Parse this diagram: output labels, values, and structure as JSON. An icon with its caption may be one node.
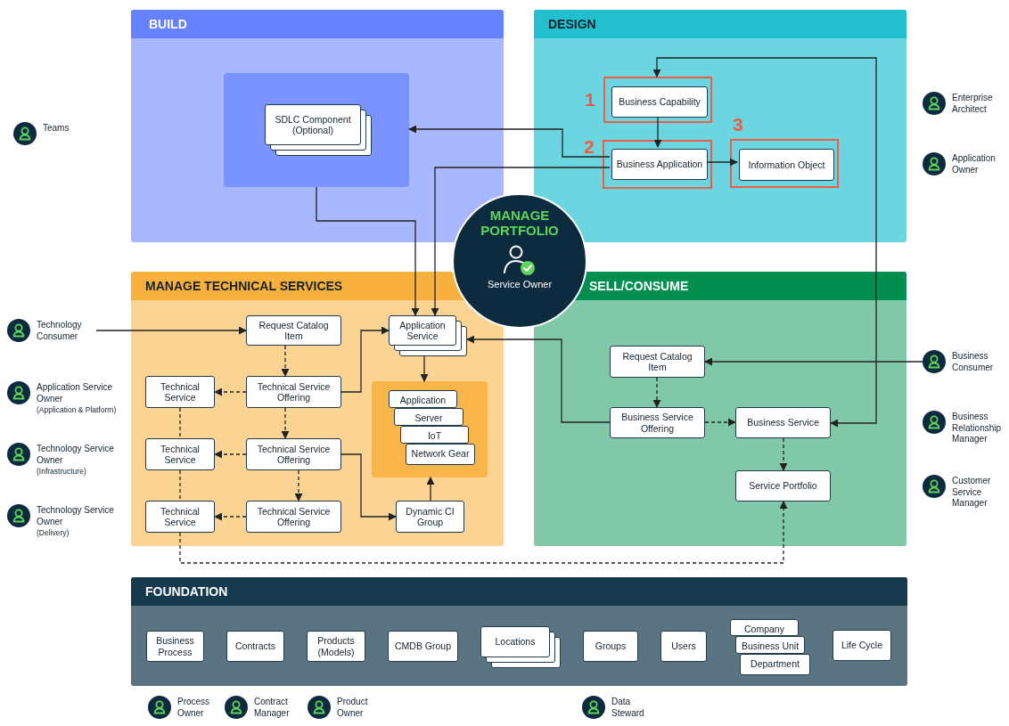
{
  "diagram": {
    "nodes": [
      {
        "text": [
          "BUILD"
        ]
      },
      {
        "text": [],
        "shape": "box",
        "in": 0
      },
      {
        "text": [
          "SDLC Component (Optional)"
        ],
        "in": 1
      },
      {
        "text": [
          "DESIGN"
        ]
      },
      {
        "text": [],
        "shape": "box",
        "in": 3,
        "beside": [
          "1"
        ]
      },
      {
        "text": [
          "Business Capability"
        ],
        "in": 4
      },
      {
        "text": [],
        "shape": "box",
        "in": 3,
        "beside": [
          "2"
        ]
      },
      {
        "text": [
          "Business Application"
        ],
        "in": 6
      },
      {
        "text": [],
        "shape": "box",
        "in": 3,
        "beside": [
          "3"
        ]
      },
      {
        "text": [
          "Information Object"
        ],
        "in": 8
      },
      {
        "text": [
          "MANAGE PORTFOLIO",
          "Service Owner"
        ]
      },
      {
        "text": [
          "MANAGE TECHNICAL SERVICES"
        ]
      },
      {
        "text": [
          "Request Catalog Item"
        ],
        "in": 11
      },
      {
        "text": [
          "Technical Service"
        ],
        "in": 11
      },
      {
        "text": [
          "Technical Service Offering"
        ],
        "in": 11
      },
      {
        "text": [
          "Technical Service"
        ],
        "in": 11
      },
      {
        "text": [
          "Technical Service Offering"
        ],
        "in": 11
      },
      {
        "text": [
          "Technical Service"
        ],
        "in": 11
      },
      {
        "text": [
          "Technical Service Offering"
        ],
        "in": 11
      },
      {
        "text": [
          "Application Service"
        ],
        "in": 11
      },
      {
        "text": [],
        "shape": "box",
        "in": 11
      },
      {
        "text": [
          "Application"
        ],
        "in": 20
      },
      {
        "text": [
          "Server"
        ],
        "in": 20
      },
      {
        "text": [
          "IoT"
        ],
        "in": 20
      },
      {
        "text": [
          "Network Gear"
        ],
        "in": 20
      },
      {
        "text": [
          "Dynamic CI Group"
        ],
        "in": 11
      },
      {
        "text": [
          "SELL/CONSUME"
        ]
      },
      {
        "text": [
          "Request Catalog Item"
        ],
        "in": 26
      },
      {
        "text": [
          "Business Service Offering"
        ],
        "in": 26
      },
      {
        "text": [
          "Business Service"
        ],
        "in": 26
      },
      {
        "text": [
          "Service Portfolio"
        ],
        "in": 26
      },
      {
        "text": [
          "FOUNDATION"
        ]
      },
      {
        "text": [
          "Business Process"
        ],
        "in": 31
      },
      {
        "text": [
          "Contracts"
        ],
        "in": 31
      },
      {
        "text": [
          "Products (Models)"
        ],
        "in": 31
      },
      {
        "text": [
          "CMDB Group"
        ],
        "in": 31
      },
      {
        "text": [
          "Locations"
        ],
        "in": 31
      },
      {
        "text": [
          "Groups"
        ],
        "in": 31
      },
      {
        "text": [
          "Users"
        ],
        "in": 31
      },
      {
        "text": [
          "Company"
        ],
        "in": 31
      },
      {
        "text": [
          "Business Unit"
        ],
        "in": 31
      },
      {
        "text": [
          "Department"
        ],
        "in": 31
      },
      {
        "text": [
          "Life Cycle"
        ],
        "in": 31
      },
      {
        "text": [
          "Teams"
        ]
      },
      {
        "text": [
          "Technology Consumer"
        ]
      },
      {
        "text": [
          "Application Service Owner",
          "(Application & Platform)"
        ]
      },
      {
        "text": [
          "Technology Service Owner",
          "(Infrastructure)"
        ]
      },
      {
        "text": [
          "Technology Service Owner",
          "(Delivery)"
        ]
      },
      {
        "text": [
          "Enterprise Architect"
        ]
      },
      {
        "text": [
          "Application Owner"
        ]
      },
      {
        "text": [
          "Business Consumer"
        ]
      },
      {
        "text": [
          "Business Relationship Manager"
        ]
      },
      {
        "text": [
          "Customer Service Manager"
        ]
      },
      {
        "text": [
          "Process Owner"
        ]
      },
      {
        "text": [
          "Contract Manager"
        ]
      },
      {
        "text": [
          "Product Owner"
        ]
      },
      {
        "text": [
          "Data Steward"
        ]
      }
    ],
    "edges": [
      {
        "from": 7,
        "to": 1,
        "arrow": "to"
      },
      {
        "from": 1,
        "to": 19,
        "arrow": "to"
      },
      {
        "from": 7,
        "to": 19,
        "arrow": "to"
      },
      {
        "from": 5,
        "to": 7,
        "arrow": "to"
      },
      {
        "from": 7,
        "to": 9,
        "arrow": "to"
      },
      {
        "from": 4,
        "to": 29,
        "arrow": "both"
      },
      {
        "from": 44,
        "to": 12,
        "arrow": "to"
      },
      {
        "from": 12,
        "to": 14,
        "arrow": "to",
        "style": "dashed"
      },
      {
        "from": 14,
        "to": 16,
        "arrow": "to",
        "style": "dashed"
      },
      {
        "from": 16,
        "to": 18,
        "arrow": "to",
        "style": "dashed"
      },
      {
        "from": 14,
        "to": 13,
        "arrow": "to",
        "style": "dashed"
      },
      {
        "from": 16,
        "to": 15,
        "arrow": "to",
        "style": "dashed"
      },
      {
        "from": 18,
        "to": 17,
        "arrow": "to",
        "style": "dashed"
      },
      {
        "from": 13,
        "to": 15,
        "arrow": "none",
        "style": "dashed"
      },
      {
        "from": 15,
        "to": 17,
        "arrow": "none",
        "style": "dashed"
      },
      {
        "from": 17,
        "to": 30,
        "arrow": "to",
        "style": "dashed"
      },
      {
        "from": 14,
        "to": 19,
        "arrow": "to"
      },
      {
        "from": 16,
        "to": 25,
        "arrow": "to"
      },
      {
        "from": 25,
        "to": 20,
        "arrow": "to"
      },
      {
        "from": 19,
        "to": 20,
        "arrow": "to"
      },
      {
        "from": 28,
        "to": 19,
        "arrow": "to"
      },
      {
        "from": 50,
        "to": 27,
        "arrow": "to"
      },
      {
        "from": 27,
        "to": 28,
        "arrow": "to",
        "style": "dashed"
      },
      {
        "from": 28,
        "to": 29,
        "arrow": "to",
        "style": "dashed"
      },
      {
        "from": 29,
        "to": 30,
        "arrow": "to",
        "style": "dashed"
      }
    ]
  }
}
